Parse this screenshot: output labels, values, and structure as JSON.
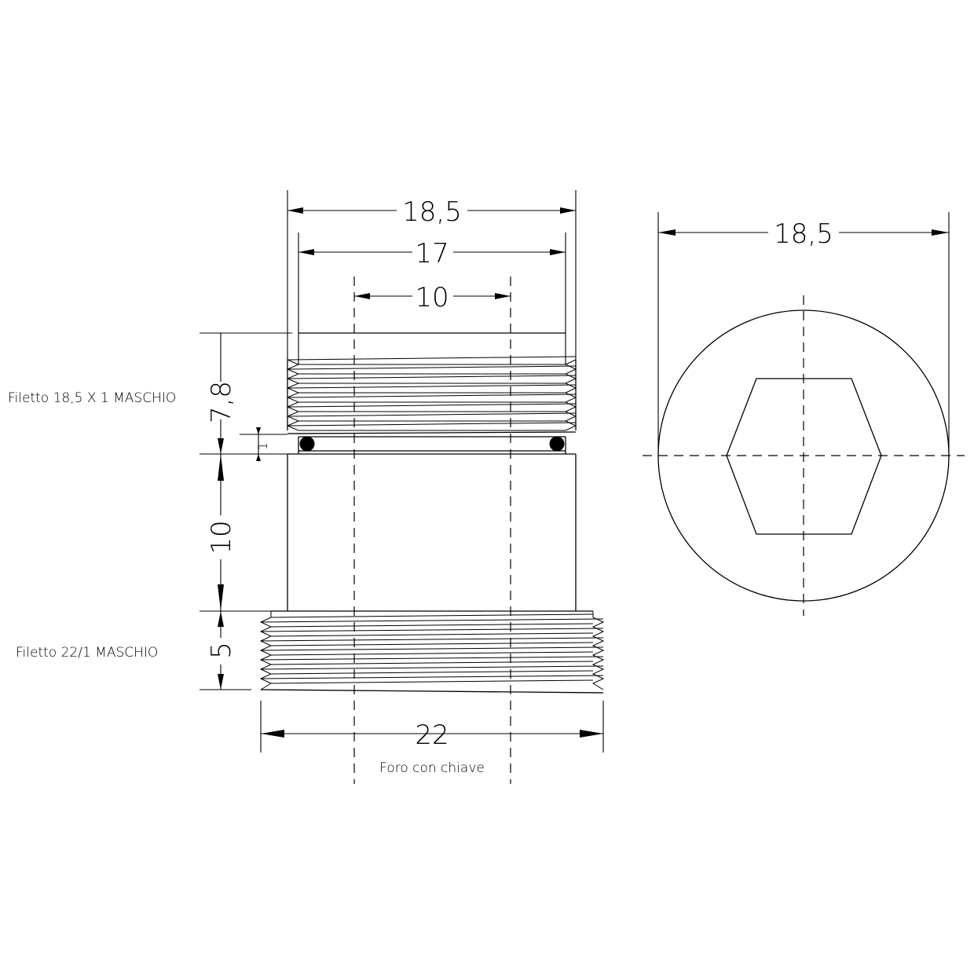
{
  "dimensions": {
    "side_outer_diameter": "18,5",
    "side_groove_diameter": "17",
    "side_key_hole": "10",
    "top_thread_height": "7,8",
    "oring_offset": "1",
    "body_height": "10",
    "bottom_thread_height": "5",
    "bottom_thread_diameter": "22",
    "end_view_diameter": "18,5"
  },
  "notes": {
    "top_thread": "Filetto 18,5 X 1 MASCHIO",
    "bottom_thread": "Filetto 22/1  MASCHIO",
    "key_hole": "Foro con chiave"
  }
}
